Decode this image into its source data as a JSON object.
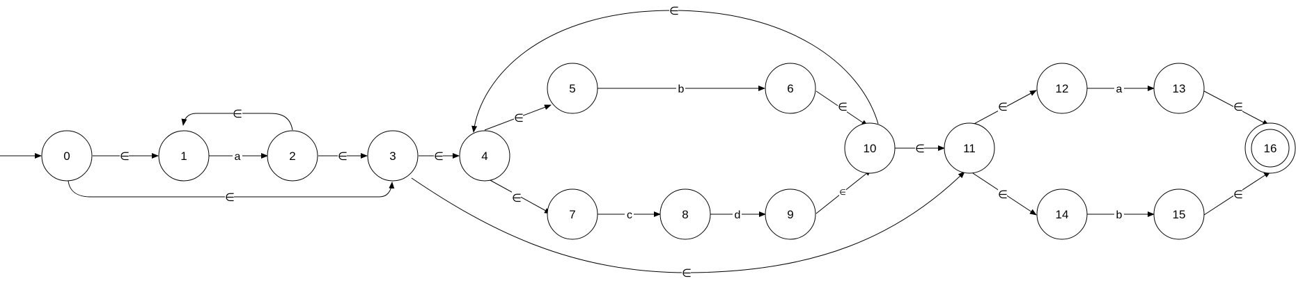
{
  "diagram": {
    "type": "nfa-state-diagram",
    "start_state": "0",
    "accept_states": [
      "16"
    ],
    "states": [
      "0",
      "1",
      "2",
      "3",
      "4",
      "5",
      "6",
      "7",
      "8",
      "9",
      "10",
      "11",
      "12",
      "13",
      "14",
      "15",
      "16"
    ],
    "transitions": [
      {
        "from": "0",
        "to": "1",
        "label": "∈"
      },
      {
        "from": "1",
        "to": "2",
        "label": "a"
      },
      {
        "from": "2",
        "to": "1",
        "label": "∈"
      },
      {
        "from": "2",
        "to": "3",
        "label": "∈"
      },
      {
        "from": "0",
        "to": "3",
        "label": "∈"
      },
      {
        "from": "3",
        "to": "4",
        "label": "∈"
      },
      {
        "from": "3",
        "to": "11",
        "label": "∈"
      },
      {
        "from": "4",
        "to": "5",
        "label": "∈"
      },
      {
        "from": "5",
        "to": "6",
        "label": "b"
      },
      {
        "from": "6",
        "to": "10",
        "label": "∈"
      },
      {
        "from": "4",
        "to": "7",
        "label": "∈"
      },
      {
        "from": "7",
        "to": "8",
        "label": "c"
      },
      {
        "from": "8",
        "to": "9",
        "label": "d"
      },
      {
        "from": "9",
        "to": "10",
        "label": "∈"
      },
      {
        "from": "10",
        "to": "4",
        "label": "∈"
      },
      {
        "from": "10",
        "to": "11",
        "label": "∈"
      },
      {
        "from": "11",
        "to": "12",
        "label": "∈"
      },
      {
        "from": "12",
        "to": "13",
        "label": "a"
      },
      {
        "from": "13",
        "to": "16",
        "label": "∈"
      },
      {
        "from": "11",
        "to": "14",
        "label": "∈"
      },
      {
        "from": "14",
        "to": "15",
        "label": "b"
      },
      {
        "from": "15",
        "to": "16",
        "label": "∈"
      }
    ]
  }
}
